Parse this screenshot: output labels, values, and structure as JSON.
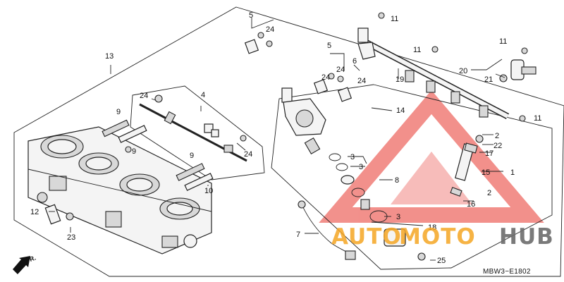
{
  "labels": {
    "p1": "1",
    "p2a": "2",
    "p2b": "2",
    "p3a": "3",
    "p3b": "3",
    "p3c": "3",
    "p4": "4",
    "p5a": "5",
    "p5b": "5",
    "p6": "6",
    "p7": "7",
    "p8": "8",
    "p9a": "9",
    "p9b": "9",
    "p9c": "9",
    "p10": "10",
    "p11a": "11",
    "p11b": "11",
    "p11c": "11",
    "p11d": "11",
    "p12": "12",
    "p13": "13",
    "p14": "14",
    "p15": "15",
    "p16": "16",
    "p17": "17",
    "p18": "18",
    "p19": "19",
    "p20": "20",
    "p21": "21",
    "p22": "22",
    "p23": "23",
    "p24a": "24",
    "p24b": "24",
    "p24c": "24",
    "p24d": "24",
    "p24e": "24",
    "p24f": "24",
    "p25": "25"
  },
  "diagram_code": "MBW3−E1802",
  "direction_label": "FR.",
  "watermark": {
    "left": "AUTO",
    "middle": "MOTO",
    "right": "HUB",
    "orange": "#f5a623",
    "gray": "#6b6b6b",
    "red": "#e8362e"
  }
}
